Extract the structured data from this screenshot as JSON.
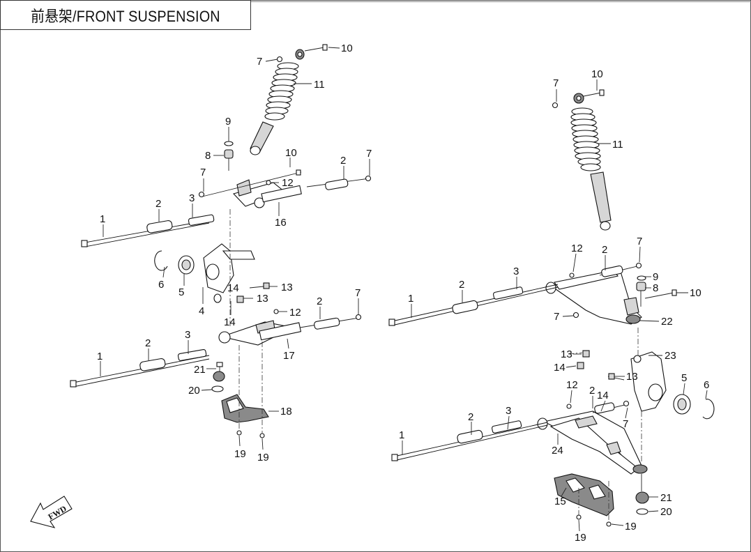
{
  "title": "前悬架/FRONT SUSPENSION",
  "fwd_label": "FWD",
  "callouts": [
    "1",
    "2",
    "3",
    "4",
    "5",
    "6",
    "7",
    "8",
    "9",
    "10",
    "11",
    "12",
    "13",
    "14",
    "15",
    "16",
    "17",
    "18",
    "19",
    "20",
    "21",
    "22",
    "23",
    "24"
  ]
}
